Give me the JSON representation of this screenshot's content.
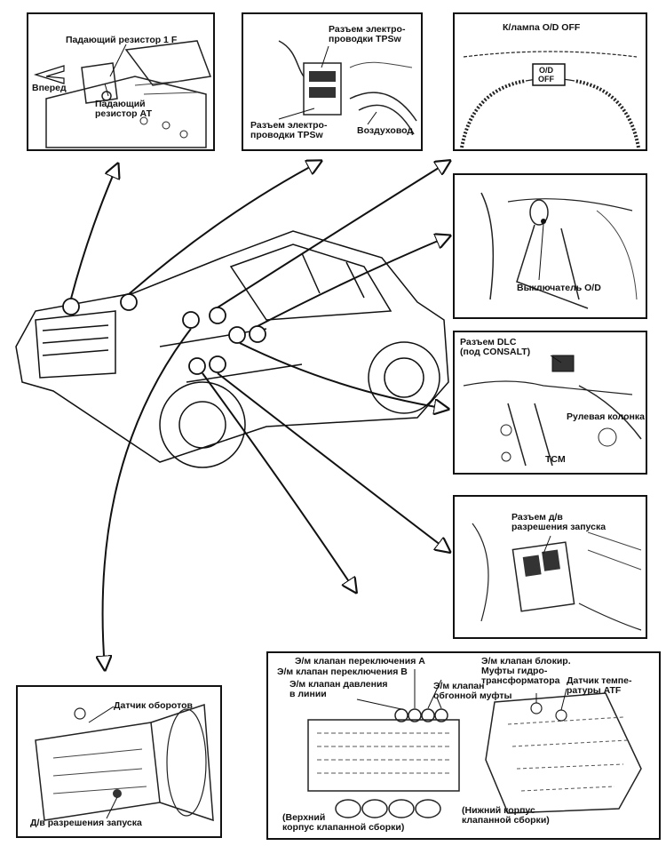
{
  "panels": {
    "engine_resistors": {
      "labels": {
        "dropping_resistor_1f": "Падающий резистор 1 F",
        "forward": "Вперед",
        "dropping_resistor_at": "Падающий\nрезистор АТ"
      }
    },
    "tps_connectors": {
      "labels": {
        "tps_connector_top": "Разъем электро-\nпроводки TPSw",
        "tps_connector_bottom": "Разъем электро-\nпроводки TPSw",
        "air_duct": "Воздуховод"
      }
    },
    "od_lamp": {
      "labels": {
        "od_off_lamp": "К/лампа O/D OFF"
      },
      "lamp_text": "O/D\nOFF"
    },
    "od_switch": {
      "labels": {
        "od_switch": "Выключатель O/D"
      }
    },
    "dlc_tcm": {
      "labels": {
        "dlc_connector": "Разъем DLC\n(под CONSALT)",
        "steering_column": "Рулевая колонка",
        "tcm": "TCM"
      }
    },
    "start_inhibitor": {
      "labels": {
        "start_connector": "Разъем д/в\nразрешения запуска"
      }
    },
    "transmission": {
      "labels": {
        "speed_sensor": "Датчик оборотов",
        "start_inhibitor_sensor": "Д/в разрешения запуска"
      }
    },
    "valve_body": {
      "labels": {
        "shift_solenoid_a": "Э/м клапан переключения А",
        "shift_solenoid_b": "Э/м клапан переключения В",
        "line_pressure_solenoid": "Э/м клапан давления\nв линии",
        "overrun_clutch_solenoid": "Э/м клапан\nобгонной муфты",
        "upper_body": "(Верхний\nкорпус клапанной сборки)",
        "lower_body": "(Нижний корпус\nклапанной сборки)",
        "lockup_solenoid": "Э/м клапан блокир.\nМуфты гидро-\nтрансформатора",
        "atf_temp_sensor": "Датчик темпе-\nратуры ATF"
      }
    }
  }
}
